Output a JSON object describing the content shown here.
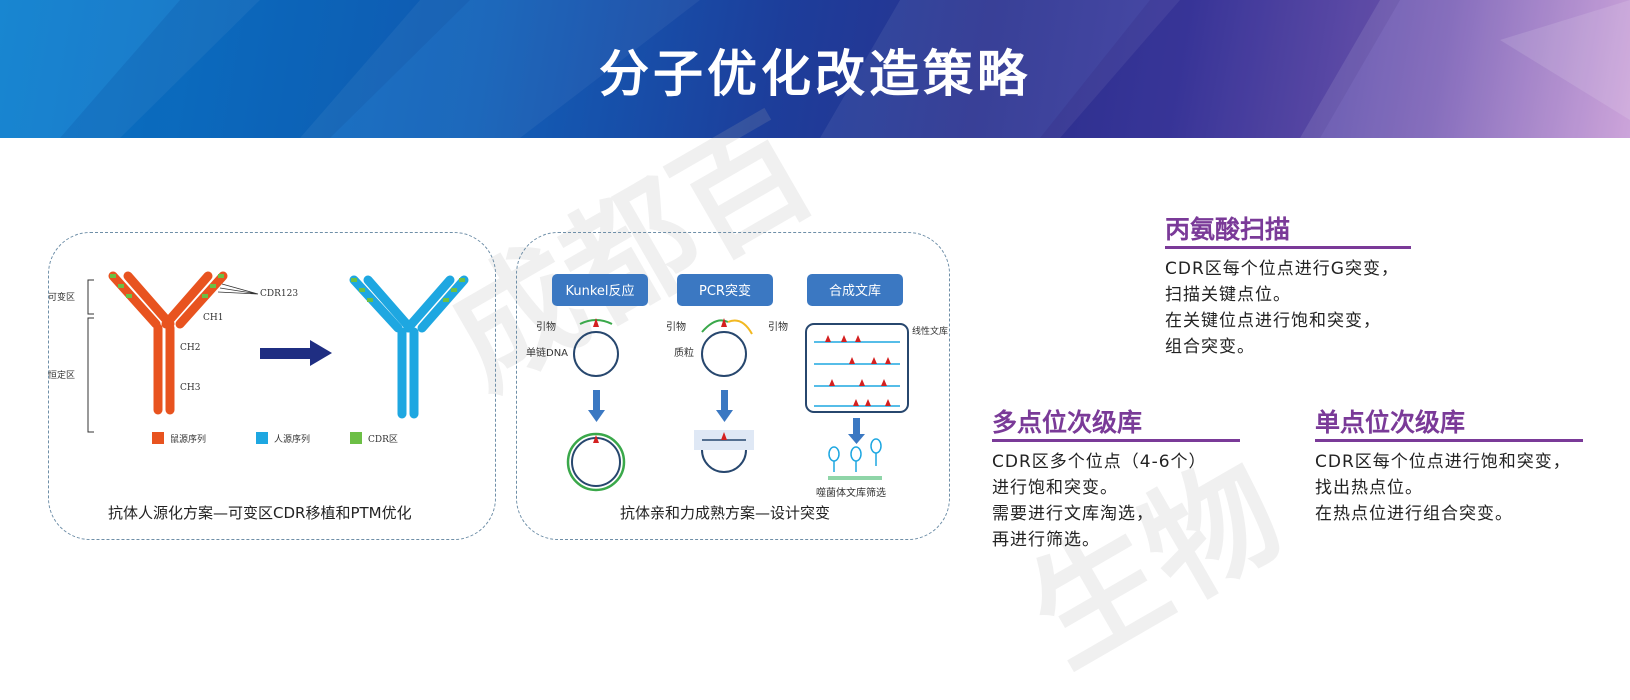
{
  "header": {
    "title": "分子优化改造策略"
  },
  "watermark": {
    "line1": "成都百",
    "line2": "生物"
  },
  "panel_left": {
    "caption": "抗体人源化方案—可变区CDR移植和PTM优化",
    "labels": {
      "variable": "可变区",
      "constant": "恒定区",
      "cdr": "CDR123",
      "ch1": "CH1",
      "ch2": "CH2",
      "ch3": "CH3"
    },
    "legend": [
      {
        "label": "鼠源序列",
        "color": "#e8531f"
      },
      {
        "label": "人源序列",
        "color": "#1ea7e1"
      },
      {
        "label": "CDR区",
        "color": "#6cbf45"
      }
    ]
  },
  "panel_right": {
    "caption": "抗体亲和力成熟方案—设计突变",
    "methods": [
      "Kunkel反应",
      "PCR突变",
      "合成文库"
    ],
    "labels": {
      "primer": "引物",
      "ssdna": "单链DNA",
      "plasmid": "质粒",
      "linear_library": "线性文库",
      "phage_screen": "噬菌体文库筛选"
    }
  },
  "sections": [
    {
      "title": "丙氨酸扫描",
      "lines": [
        "CDR区每个位点进行G突变，",
        "扫描关键点位。",
        "在关键位点进行饱和突变，",
        "组合突变。"
      ]
    },
    {
      "title": "多点位次级库",
      "lines": [
        "CDR区多个位点（4-6个）",
        "进行饱和突变。",
        "需要进行文库淘选，",
        "再进行筛选。"
      ]
    },
    {
      "title": "单点位次级库",
      "lines": [
        "CDR区每个位点进行饱和突变，",
        "找出热点位。",
        "在热点位进行组合突变。"
      ]
    }
  ],
  "colors": {
    "accent": "#7a3a98",
    "mouse": "#e8531f",
    "human": "#1ea7e1",
    "cdr": "#6cbf45",
    "method_box": "#3b78c2"
  }
}
